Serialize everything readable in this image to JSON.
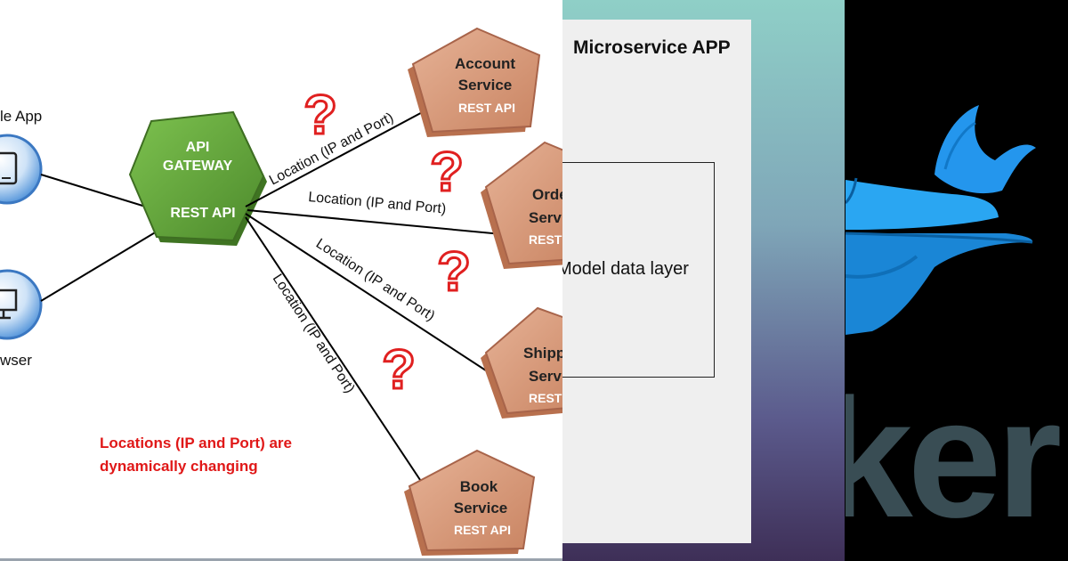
{
  "left_diagram": {
    "clients": [
      {
        "label": "le App",
        "icon": "tablet-icon"
      },
      {
        "label": "wser",
        "icon": "monitor-icon"
      }
    ],
    "gateway": {
      "line1": "API",
      "line2": "GATEWAY",
      "line3": "REST API",
      "color": "#5f9c3a"
    },
    "services": [
      {
        "line1": "Account",
        "line2": "Service",
        "line3": "REST API"
      },
      {
        "line1": "Orde",
        "line2": "Servi",
        "line3": "REST"
      },
      {
        "line1": "Shipp",
        "line2": "Serv",
        "line3": "REST"
      },
      {
        "line1": "Book",
        "line2": "Service",
        "line3": "REST API"
      }
    ],
    "connection_label": "Location (IP and Port)",
    "question_mark": "?",
    "note_line1": "Locations (IP and Port) are",
    "note_line2": "dynamically changing",
    "colors": {
      "service": "#d99a7a",
      "question": "#e02020",
      "note": "#e01818",
      "client": "#4a8fd8"
    }
  },
  "middle_panel": {
    "title": "Microservice APP",
    "box_label": "Model data layer"
  },
  "right_panel": {
    "logo_text": "ker",
    "logo_icon": "docker-whale-icon",
    "colors": {
      "whale": "#2496ed",
      "text": "#394d54"
    }
  }
}
